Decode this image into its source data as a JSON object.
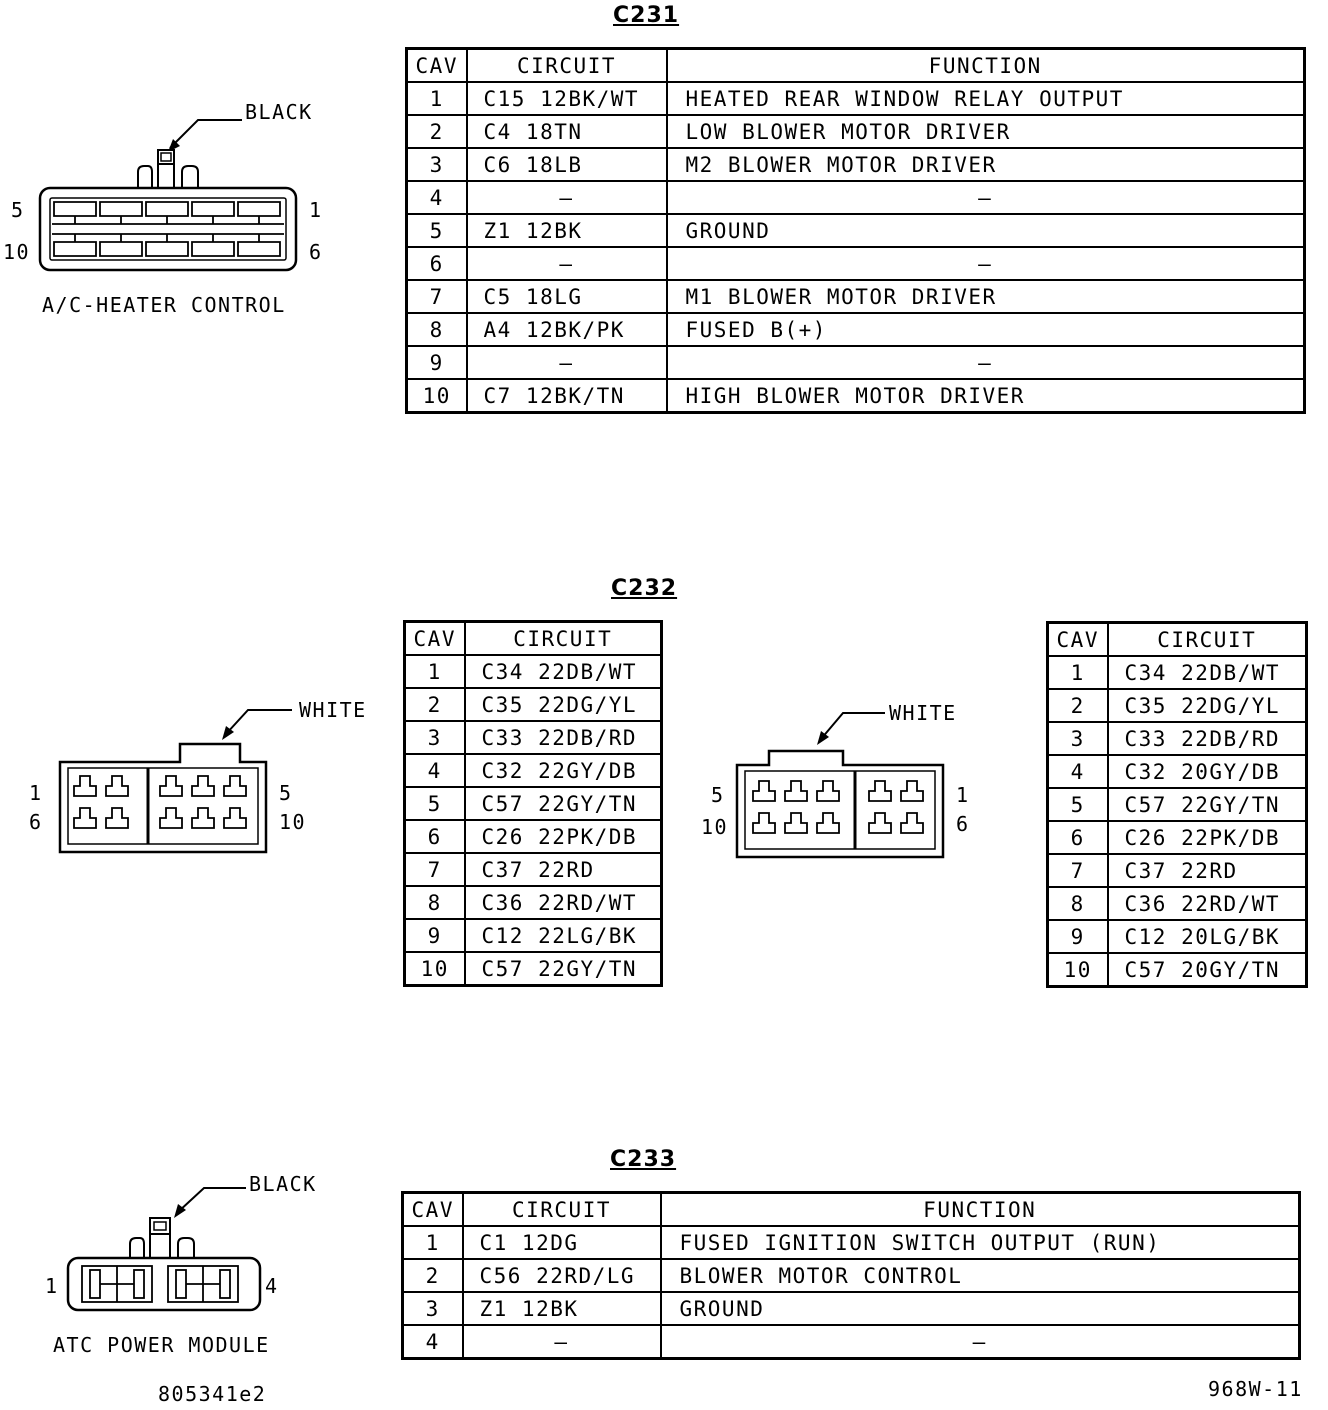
{
  "c231": {
    "title": "C231",
    "headers": {
      "cav": "CAV",
      "circuit": "CIRCUIT",
      "function": "FUNCTION"
    },
    "rows": [
      {
        "cav": "1",
        "circuit": "C15 12BK/WT",
        "function": "HEATED REAR WINDOW RELAY OUTPUT"
      },
      {
        "cav": "2",
        "circuit": "C4 18TN",
        "function": "LOW BLOWER MOTOR DRIVER"
      },
      {
        "cav": "3",
        "circuit": "C6 18LB",
        "function": "M2 BLOWER MOTOR DRIVER"
      },
      {
        "cav": "4",
        "circuit": "–",
        "function": "–"
      },
      {
        "cav": "5",
        "circuit": "Z1 12BK",
        "function": "GROUND"
      },
      {
        "cav": "6",
        "circuit": "–",
        "function": "–"
      },
      {
        "cav": "7",
        "circuit": "C5 18LG",
        "function": "M1 BLOWER MOTOR DRIVER"
      },
      {
        "cav": "8",
        "circuit": "A4 12BK/PK",
        "function": "FUSED B(+)"
      },
      {
        "cav": "9",
        "circuit": "–",
        "function": "–"
      },
      {
        "cav": "10",
        "circuit": "C7 12BK/TN",
        "function": "HIGH BLOWER MOTOR DRIVER"
      }
    ],
    "connector": {
      "color_label": "BLACK",
      "name": "A/C-HEATER CONTROL",
      "pin_top_left": "5",
      "pin_top_right": "1",
      "pin_bottom_left": "10",
      "pin_bottom_right": "6"
    }
  },
  "c232": {
    "title": "C232",
    "left_table": {
      "headers": {
        "cav": "CAV",
        "circuit": "CIRCUIT"
      },
      "rows": [
        {
          "cav": "1",
          "circuit": "C34 22DB/WT"
        },
        {
          "cav": "2",
          "circuit": "C35 22DG/YL"
        },
        {
          "cav": "3",
          "circuit": "C33 22DB/RD"
        },
        {
          "cav": "4",
          "circuit": "C32 22GY/DB"
        },
        {
          "cav": "5",
          "circuit": "C57 22GY/TN"
        },
        {
          "cav": "6",
          "circuit": "C26 22PK/DB"
        },
        {
          "cav": "7",
          "circuit": "C37 22RD"
        },
        {
          "cav": "8",
          "circuit": "C36 22RD/WT"
        },
        {
          "cav": "9",
          "circuit": "C12 22LG/BK"
        },
        {
          "cav": "10",
          "circuit": "C57 22GY/TN"
        }
      ]
    },
    "right_table": {
      "headers": {
        "cav": "CAV",
        "circuit": "CIRCUIT"
      },
      "rows": [
        {
          "cav": "1",
          "circuit": "C34 22DB/WT"
        },
        {
          "cav": "2",
          "circuit": "C35 22DG/YL"
        },
        {
          "cav": "3",
          "circuit": "C33 22DB/RD"
        },
        {
          "cav": "4",
          "circuit": "C32 20GY/DB"
        },
        {
          "cav": "5",
          "circuit": "C57 22GY/TN"
        },
        {
          "cav": "6",
          "circuit": "C26 22PK/DB"
        },
        {
          "cav": "7",
          "circuit": "C37 22RD"
        },
        {
          "cav": "8",
          "circuit": "C36 22RD/WT"
        },
        {
          "cav": "9",
          "circuit": "C12 20LG/BK"
        },
        {
          "cav": "10",
          "circuit": "C57 20GY/TN"
        }
      ]
    },
    "left_connector": {
      "color_label": "WHITE",
      "pin_top_left": "1",
      "pin_bottom_left": "6",
      "pin_top_right": "5",
      "pin_bottom_right": "10"
    },
    "right_connector": {
      "color_label": "WHITE",
      "pin_top_left": "5",
      "pin_bottom_left": "10",
      "pin_top_right": "1",
      "pin_bottom_right": "6"
    }
  },
  "c233": {
    "title": "C233",
    "headers": {
      "cav": "CAV",
      "circuit": "CIRCUIT",
      "function": "FUNCTION"
    },
    "rows": [
      {
        "cav": "1",
        "circuit": "C1 12DG",
        "function": "FUSED IGNITION SWITCH OUTPUT (RUN)"
      },
      {
        "cav": "2",
        "circuit": "C56 22RD/LG",
        "function": "BLOWER MOTOR CONTROL"
      },
      {
        "cav": "3",
        "circuit": "Z1 12BK",
        "function": "GROUND"
      },
      {
        "cav": "4",
        "circuit": "–",
        "function": "–"
      }
    ],
    "connector": {
      "color_label": "BLACK",
      "name": "ATC POWER MODULE",
      "pin_left": "1",
      "pin_right": "4"
    }
  },
  "footer": {
    "left_code": "805341e2",
    "right_code": "968W-11"
  }
}
